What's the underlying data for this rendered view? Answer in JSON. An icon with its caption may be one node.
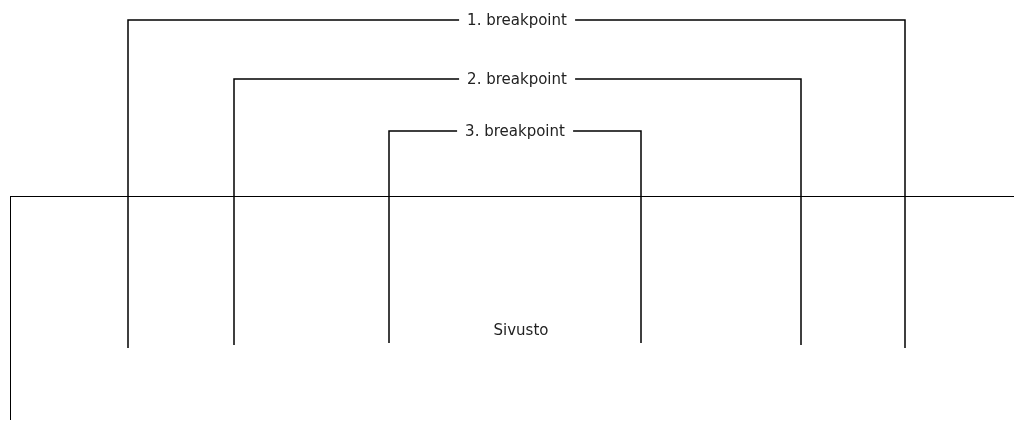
{
  "diagram": {
    "nodes": [
      {
        "text": [
          "Sivusto"
        ]
      }
    ],
    "labels": [
      "1. breakpoint",
      "2. breakpoint",
      "3. breakpoint"
    ]
  }
}
